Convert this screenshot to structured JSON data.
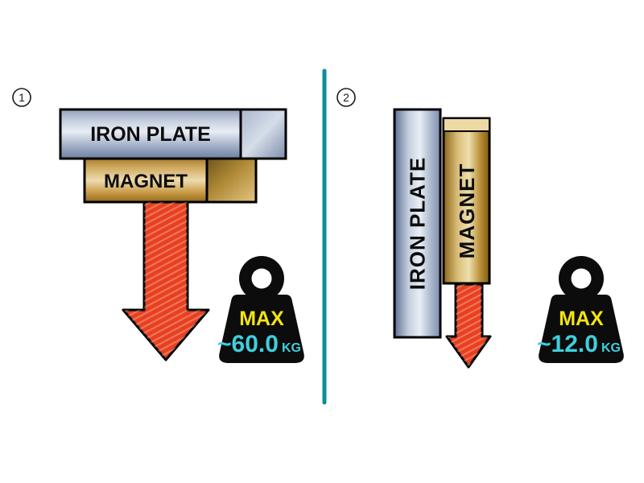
{
  "colors": {
    "divider_teal": "#0d8e96",
    "arrow_red": "#e8401f",
    "max_yellow": "#f2e412",
    "value_cyan": "#3ecfdc",
    "weight_black": "#0c0c0c"
  },
  "panel1": {
    "number": "1",
    "iron_plate_label": "IRON PLATE",
    "magnet_label": "MAGNET",
    "weight": {
      "max_label": "MAX",
      "value": "~60.0",
      "unit": "KG"
    }
  },
  "panel2": {
    "number": "2",
    "iron_plate_label": "IRON PLATE",
    "magnet_label": "MAGNET",
    "weight": {
      "max_label": "MAX",
      "value": "~12.0",
      "unit": "KG"
    }
  }
}
